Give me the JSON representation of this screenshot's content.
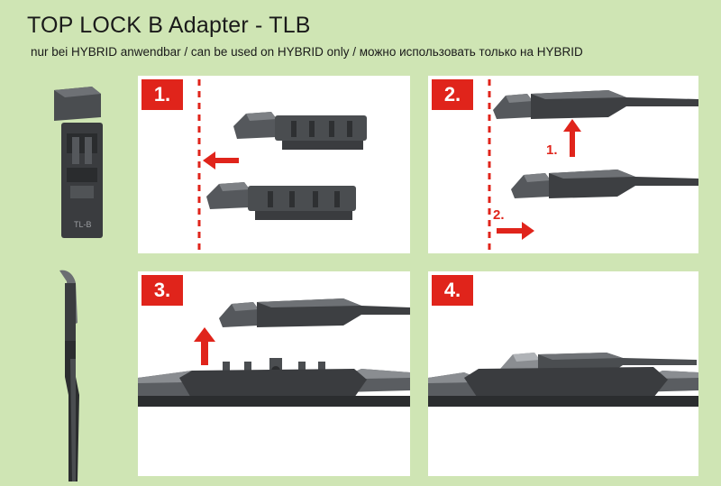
{
  "title": "TOP LOCK B Adapter - TLB",
  "subtitle": "nur bei HYBRID anwendbar  / can be used on HYBRID only / можно использовать только на HYBRID",
  "steps": [
    {
      "label": "1."
    },
    {
      "label": "2.",
      "sub_labels": [
        "1.",
        "2."
      ]
    },
    {
      "label": "3."
    },
    {
      "label": "4."
    }
  ],
  "adapter_stamp": "TL-B",
  "colors": {
    "background": "#cfe5b4",
    "accent": "#e0241b",
    "part": "#3d3f42"
  }
}
